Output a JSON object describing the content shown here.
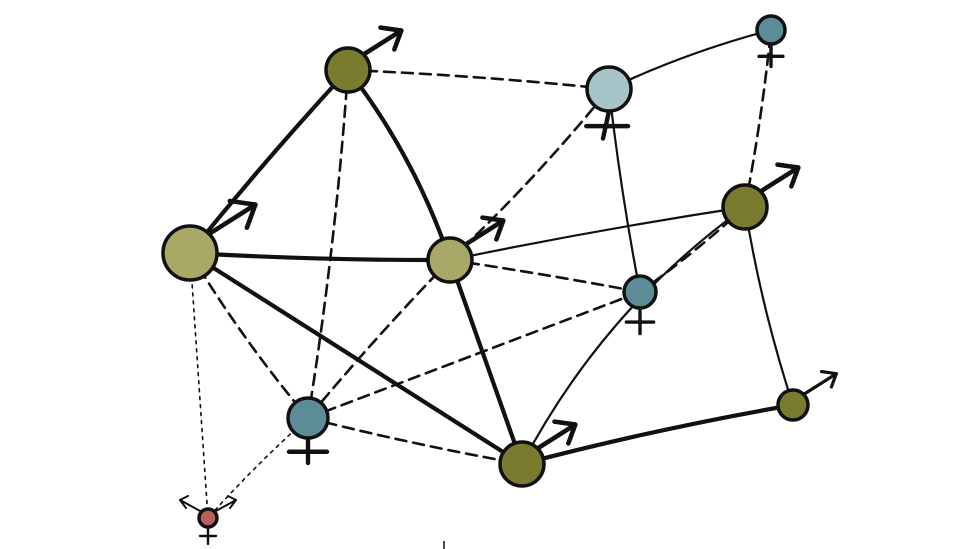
{
  "diagram": {
    "kind": "sketched social network graph with gender symbols",
    "colors": {
      "male_dark": "#7b7b2f",
      "male_light": "#a9a867",
      "female_light": "#a6c4c9",
      "female_dark": "#5b8c98",
      "intersex": "#b5615a",
      "ink": "#111111",
      "background": "#ffffff"
    },
    "node_types": {
      "male": {
        "icon": "male-arrow-icon"
      },
      "female": {
        "icon": "female-cross-icon"
      },
      "intersex": {
        "icon": "intersex-symbol-icon"
      }
    },
    "edge_styles": [
      "solid-thick",
      "solid-thin",
      "dashed",
      "dotted"
    ],
    "nodes": [
      {
        "id": "m1",
        "gender": "male",
        "fill": "male_dark"
      },
      {
        "id": "m2",
        "gender": "male",
        "fill": "male_light"
      },
      {
        "id": "m3",
        "gender": "male",
        "fill": "male_light"
      },
      {
        "id": "m4",
        "gender": "male",
        "fill": "male_dark"
      },
      {
        "id": "m5",
        "gender": "male",
        "fill": "male_dark"
      },
      {
        "id": "m6",
        "gender": "male",
        "fill": "male_dark"
      },
      {
        "id": "f1",
        "gender": "female",
        "fill": "female_light"
      },
      {
        "id": "f2",
        "gender": "female",
        "fill": "female_dark"
      },
      {
        "id": "f3",
        "gender": "female",
        "fill": "female_dark"
      },
      {
        "id": "f4",
        "gender": "female",
        "fill": "female_dark"
      },
      {
        "id": "x1",
        "gender": "intersex",
        "fill": "intersex"
      }
    ],
    "edges": [
      {
        "from": "m1",
        "to": "m2",
        "style": "solid-thick"
      },
      {
        "from": "m1",
        "to": "m3",
        "style": "solid-thick"
      },
      {
        "from": "m2",
        "to": "m3",
        "style": "solid-thick"
      },
      {
        "from": "m2",
        "to": "m4",
        "style": "solid-thick"
      },
      {
        "from": "m3",
        "to": "m4",
        "style": "solid-thick"
      },
      {
        "from": "m4",
        "to": "m6",
        "style": "solid-thick"
      },
      {
        "from": "m5",
        "to": "m6",
        "style": "solid-thin"
      },
      {
        "from": "m3",
        "to": "m5",
        "style": "solid-thin"
      },
      {
        "from": "m5",
        "to": "m4",
        "style": "solid-thin"
      },
      {
        "from": "f1",
        "to": "f4",
        "style": "solid-thin"
      },
      {
        "from": "f1",
        "to": "f2",
        "style": "solid-thin"
      },
      {
        "from": "m1",
        "to": "f1",
        "style": "dashed"
      },
      {
        "from": "m1",
        "to": "f3",
        "style": "dashed"
      },
      {
        "from": "m2",
        "to": "f3",
        "style": "dashed"
      },
      {
        "from": "f3",
        "to": "m4",
        "style": "dashed"
      },
      {
        "from": "m3",
        "to": "f2",
        "style": "dashed"
      },
      {
        "from": "m5",
        "to": "f4",
        "style": "dashed"
      },
      {
        "from": "m3",
        "to": "f1",
        "style": "dashed"
      },
      {
        "from": "f3",
        "to": "f2",
        "style": "dashed"
      },
      {
        "from": "m3",
        "to": "f3",
        "style": "dashed"
      },
      {
        "from": "m5",
        "to": "f2",
        "style": "dashed"
      },
      {
        "from": "m2",
        "to": "x1",
        "style": "dotted"
      },
      {
        "from": "f3",
        "to": "x1",
        "style": "dotted"
      }
    ]
  }
}
